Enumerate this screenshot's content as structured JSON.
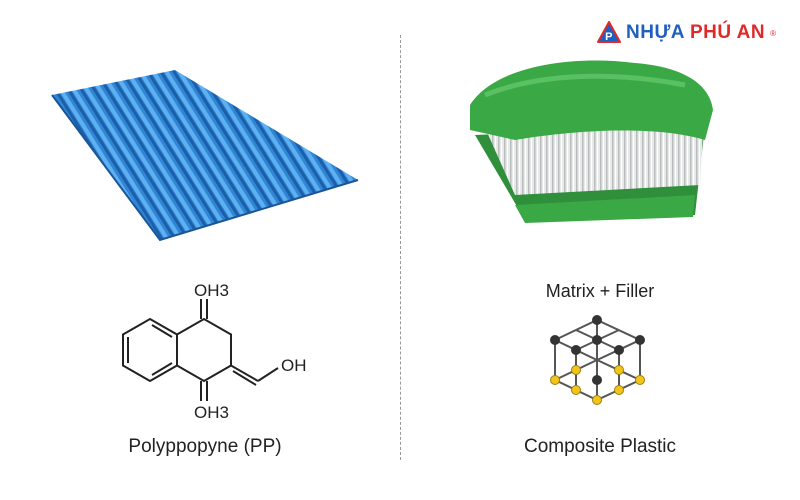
{
  "logo": {
    "part1": "NHỰA",
    "part2": "PHÚ AN",
    "mark": "®"
  },
  "left": {
    "chem_top": "OH3",
    "chem_bottom": "OH3",
    "chem_side": "OH",
    "caption": "Polyppopyne (PP)"
  },
  "right": {
    "label": "Matrix + Filler",
    "caption": "Composite Plastic"
  },
  "colors": {
    "sheet": "#2f86d6",
    "composite": "#3aa845",
    "brand_blue": "#1f5fbf",
    "brand_red": "#e02a2a"
  }
}
